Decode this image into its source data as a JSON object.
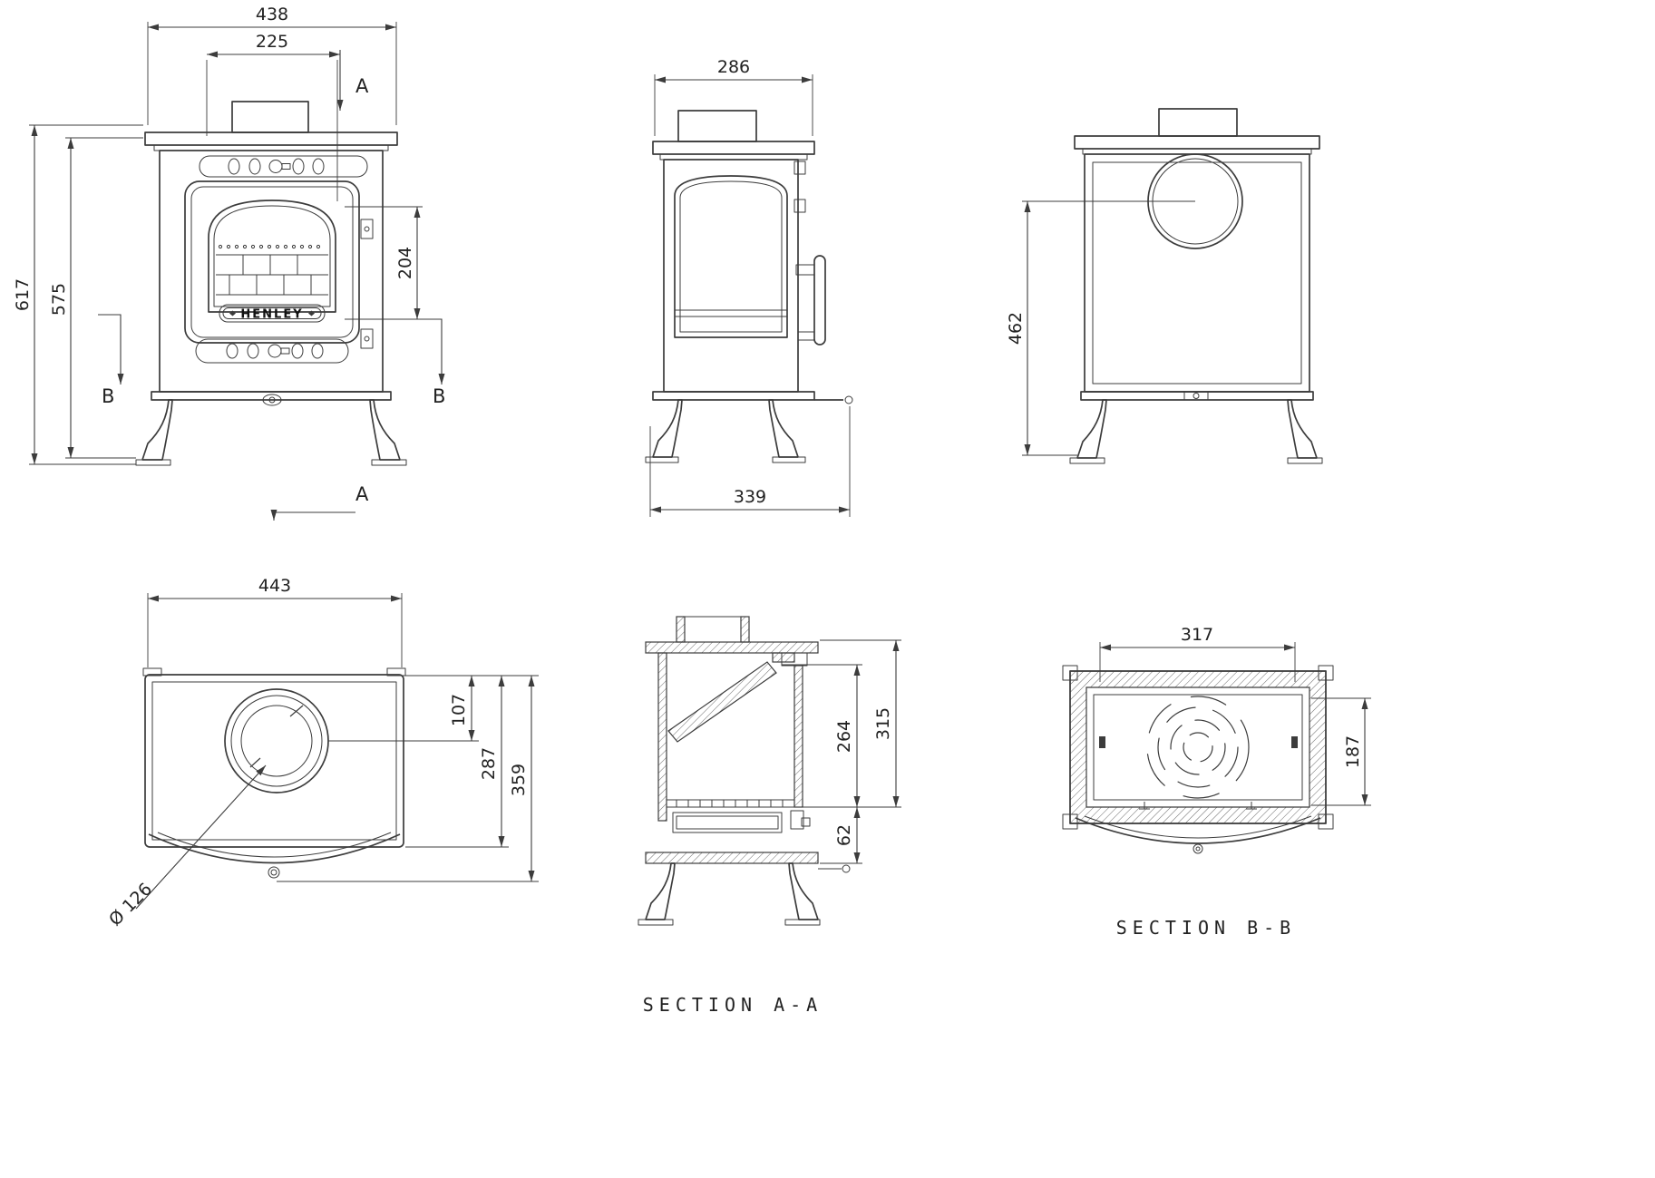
{
  "drawing": {
    "brand": "HENLEY",
    "markers": {
      "a": "A",
      "b": "B"
    },
    "section_labels": {
      "aa": "SECTION A-A",
      "bb": "SECTION B-B"
    },
    "dims": {
      "front_top_width": "438",
      "front_flue_offset": "225",
      "front_overall_height": "617",
      "front_body_height": "575",
      "front_glass_height": "204",
      "side_top_depth": "286",
      "side_overall_depth": "339",
      "back_flue_height": "462",
      "top_width": "443",
      "top_flue_center": "107",
      "top_body_depth": "287",
      "top_overall_depth": "359",
      "top_flue_diameter": "Ø 126",
      "aa_inner_height": "315",
      "aa_firebox_height": "264",
      "aa_base_height": "62",
      "bb_inner_width": "317",
      "bb_inner_depth": "187"
    }
  }
}
